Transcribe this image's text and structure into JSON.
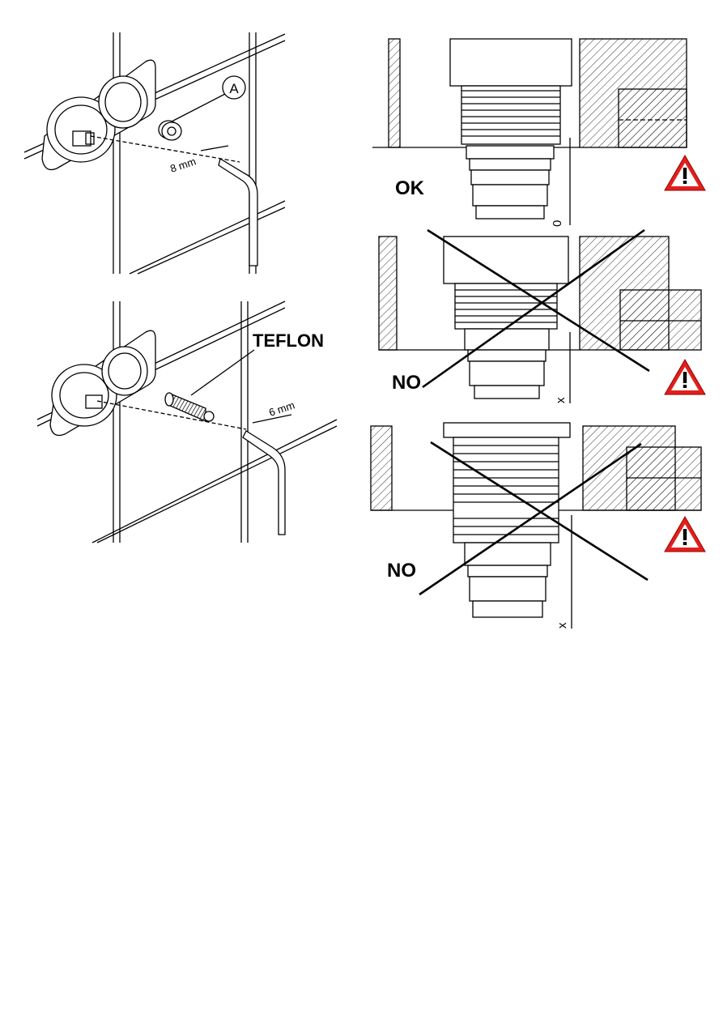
{
  "left_panels": {
    "top": {
      "callout_letter": "A",
      "dimension": "8 mm"
    },
    "bottom": {
      "material_label": "TEFLON",
      "dimension": "6 mm"
    }
  },
  "right_panels": {
    "ok": {
      "verdict": "OK",
      "gap_value": "0"
    },
    "no1": {
      "verdict": "NO",
      "gap_value": "x"
    },
    "no2": {
      "verdict": "NO",
      "gap_value": "x"
    }
  },
  "icons": [
    "warning-triangle-icon"
  ],
  "colors": {
    "warning_red": "#e0201c",
    "line": "#000000"
  }
}
